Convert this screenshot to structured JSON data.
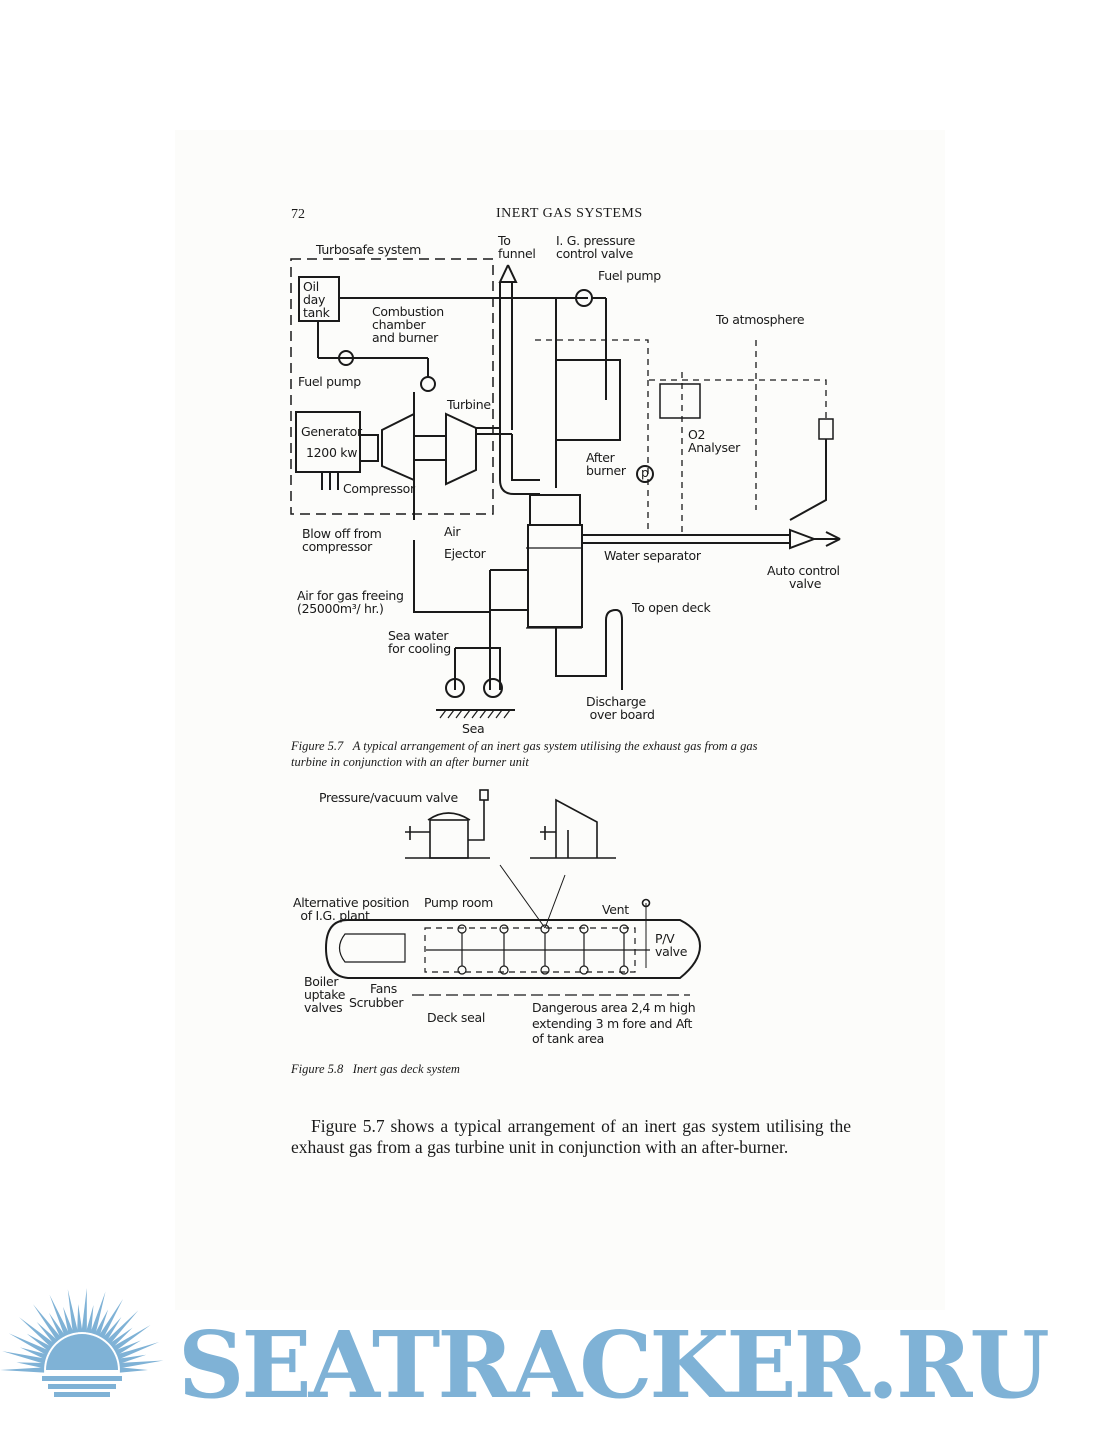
{
  "header": {
    "page_number": "72",
    "running_title": "INERT GAS SYSTEMS"
  },
  "figure_5_7": {
    "labels": {
      "turbosafe": "Turbosafe system",
      "to_funnel": "To\nfunnel",
      "ig_pressure": "I. G. pressure\ncontrol valve",
      "fuel_pump_top": "Fuel pump",
      "oil_day_tank": "Oil\nday\ntank",
      "combustion": "Combustion\nchamber\nand burner",
      "to_atmosphere": "To atmosphere",
      "fuel_pump_left": "Fuel pump",
      "turbine": "Turbine",
      "generator": "Generator",
      "generator_rating": "1200 kw",
      "o2_analyser": "O2\nAnalyser",
      "after_burner": "After\nburner",
      "compressor": "Compressor",
      "blow_off": "Blow off from\ncompressor",
      "air": "Air",
      "ejector": "Ejector",
      "water_separator": "Water separator",
      "auto_control": "Auto control\n      valve",
      "air_gas_freeing": "Air for gas freeing\n(25000m³/ hr.)",
      "to_open_deck": "To open deck",
      "sea_water": "Sea water\nfor cooling",
      "discharge": "Discharge\n over board",
      "sea": "Sea",
      "p_symbol": "p"
    },
    "caption_num": "Figure 5.7",
    "caption": "A typical arrangement of an inert gas system utilising the exhaust gas from a gas turbine in conjunction with an after burner unit"
  },
  "figure_5_8": {
    "labels": {
      "pv_valve_top": "Pressure/vacuum valve",
      "alt_position": "Alternative position\n  of I.G. plant",
      "pump_room": "Pump room",
      "vent": "Vent",
      "pv_valve": "P/V\nvalve",
      "boiler": "Boiler\nuptake\nvalves",
      "fans": "Fans",
      "scrubber": "Scrubber",
      "deck_seal": "Deck seal",
      "dangerous": "Dangerous area 2,4 m high\nextending 3 m fore and Aft\nof tank area"
    },
    "caption_num": "Figure 5.8",
    "caption": "Inert gas deck system"
  },
  "body_text": "Figure 5.7 shows a typical arrangement of an inert gas system utilising the exhaust gas from a gas turbine unit in conjunction with an after-burner.",
  "watermark": {
    "text": "SEATRACKER.RU",
    "color": "#7fb2d6"
  }
}
